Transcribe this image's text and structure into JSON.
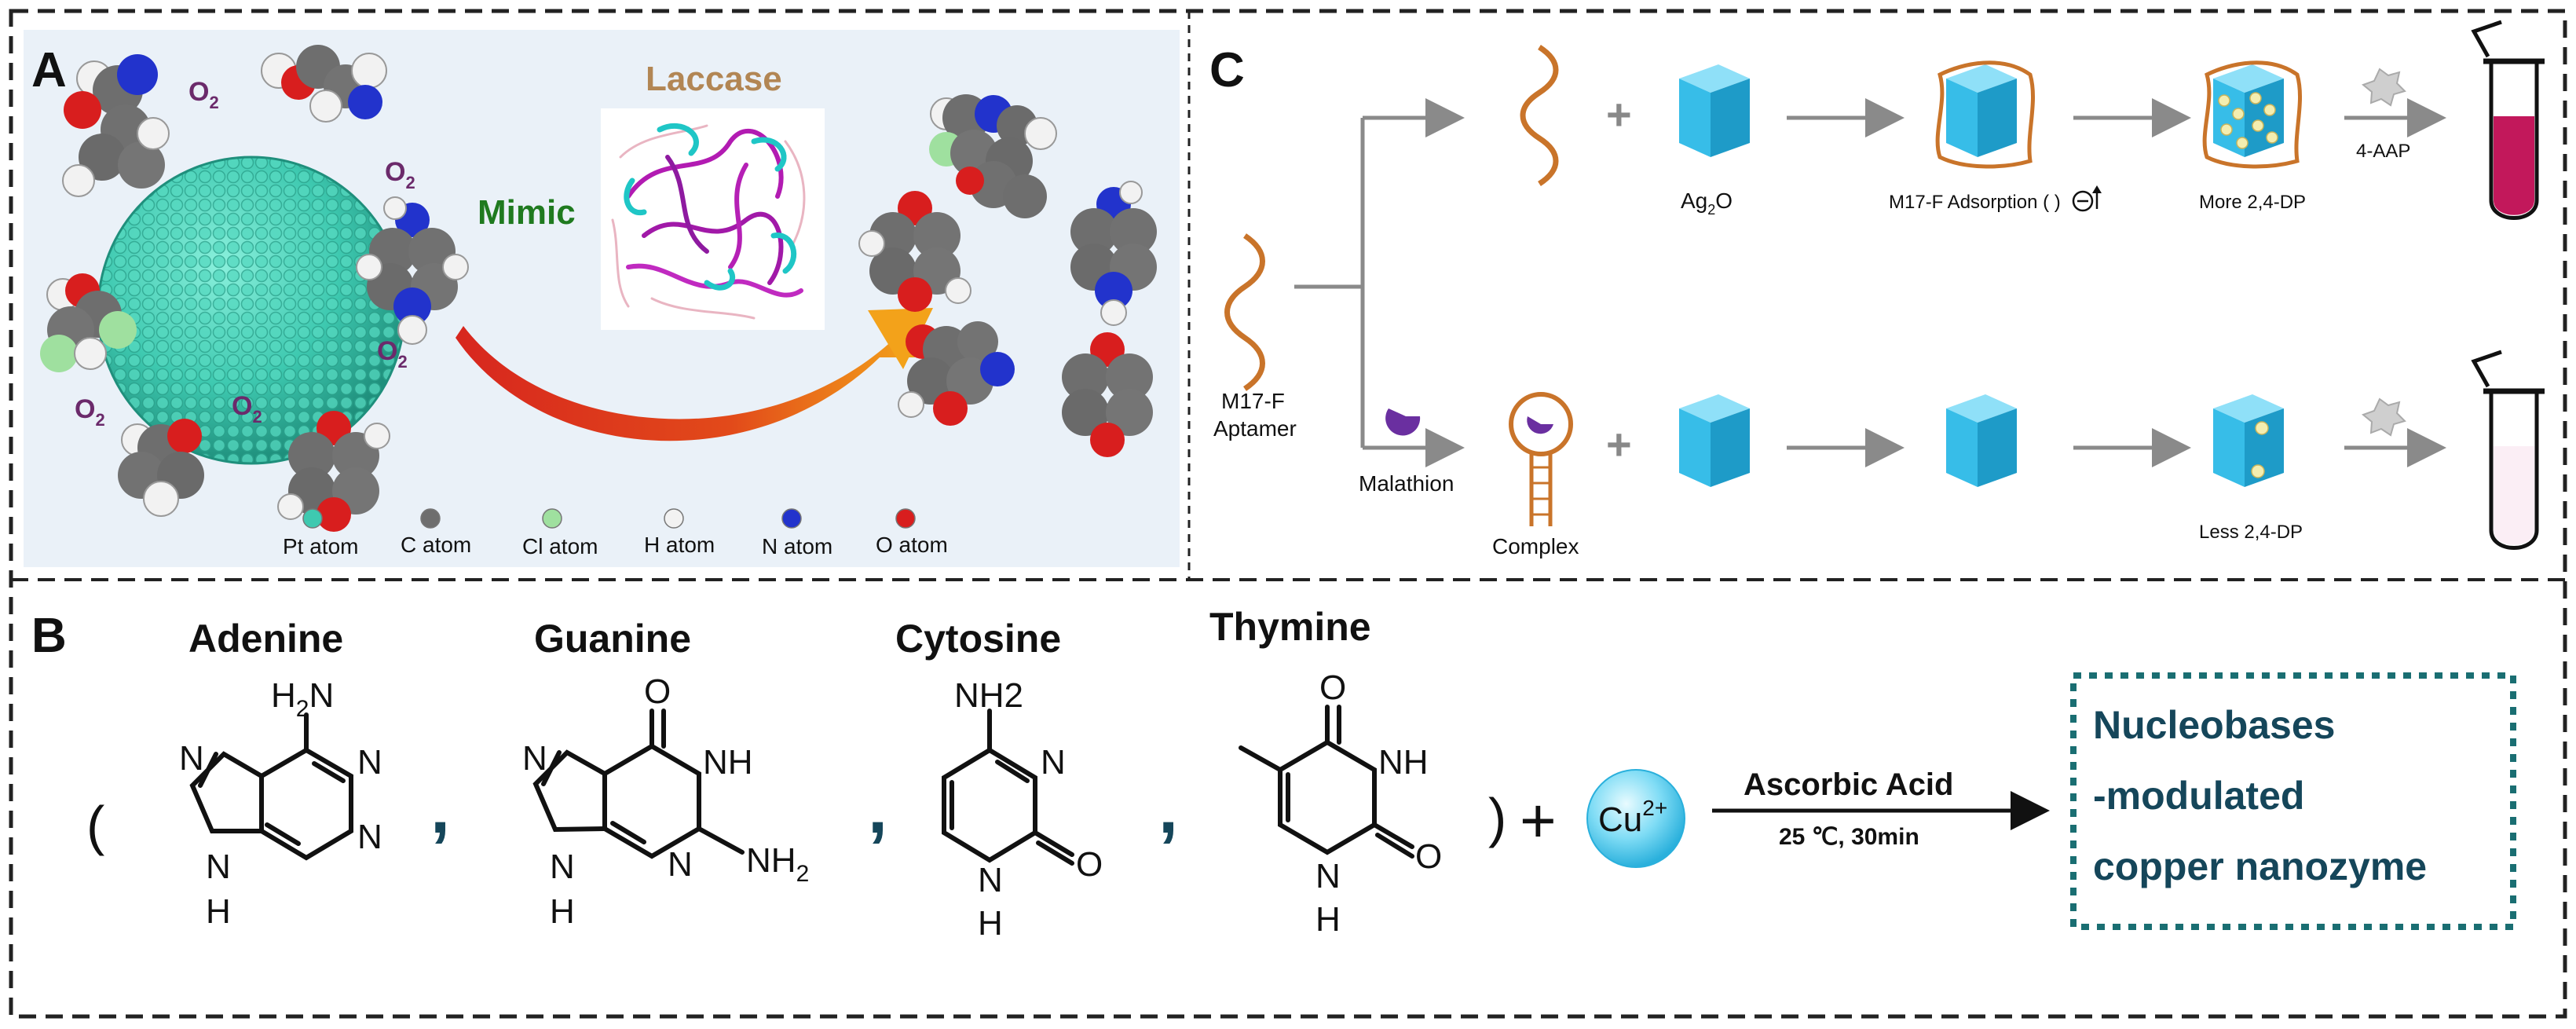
{
  "panels": {
    "a": {
      "letter": "A",
      "enzyme_label": "Laccase",
      "mimic_label": "Mimic",
      "o2_symbol": "O",
      "o2_subscript": "2",
      "legend": [
        {
          "label": "Pt atom",
          "color": "#3ec9b0"
        },
        {
          "label": "C atom",
          "color": "#6e6e6e"
        },
        {
          "label": "Cl atom",
          "color": "#9fe09f"
        },
        {
          "label": "H atom",
          "color": "#f2f2f2"
        },
        {
          "label": "N atom",
          "color": "#2233cc"
        },
        {
          "label": "O atom",
          "color": "#d81e1e"
        }
      ]
    },
    "c": {
      "letter": "C",
      "aptamer_label_line1": "M17-F",
      "aptamer_label_line2": "Aptamer",
      "malathion_label": "Malathion",
      "complex_label": "Complex",
      "ag2o_main": "Ag",
      "ag2o_sub": "2",
      "ag2o_tail": "O",
      "adsorption_label": "M17-F Adsorption (",
      "adsorption_tail": ")",
      "more_label": "More 2,4-DP",
      "less_label": "Less 2,4-DP",
      "reagent_label": "4-AAP"
    },
    "b": {
      "letter": "B",
      "bases": [
        "Adenine",
        "Guanine",
        "Cytosine",
        "Thymine"
      ],
      "atoms": {
        "h2n_main": "H",
        "h2n_sub": "2",
        "h2n_tail": "N",
        "n": "N",
        "h": "H",
        "nh": "NH",
        "o": "O",
        "nh2_main": "NH",
        "nh2_sub": "2",
        "cyt_amine": "NH2"
      },
      "open_paren": "(",
      "close_paren": ")",
      "comma": ",",
      "plus": "+",
      "ion_main": "Cu",
      "ion_sup": "2+",
      "arrow_top": "Ascorbic Acid",
      "arrow_bottom": "25 ℃, 30min",
      "product_lines": [
        "Nucleobases",
        "-modulated",
        "copper nanozyme"
      ]
    }
  },
  "colors": {
    "border": "#222222",
    "panel_a_bg": "#eaf1f8",
    "enzyme_text": "#b28654",
    "mimic_text": "#1f7a1f",
    "o2_text": "#6b2a6b",
    "aptamer": "#c9742a",
    "cube_front": "#37bde8",
    "cube_top": "#8fe0f8",
    "cube_side": "#1e9bc8",
    "flow_arrow": "#8a8a8a",
    "tube_pink": "#c2185b",
    "tube_pale": "#fbeef5",
    "malathion": "#6a2fa0",
    "product_box": "#1a6e72",
    "product_text": "#15465a",
    "ion_fill": "#7fdcf5",
    "text": "#111111"
  }
}
